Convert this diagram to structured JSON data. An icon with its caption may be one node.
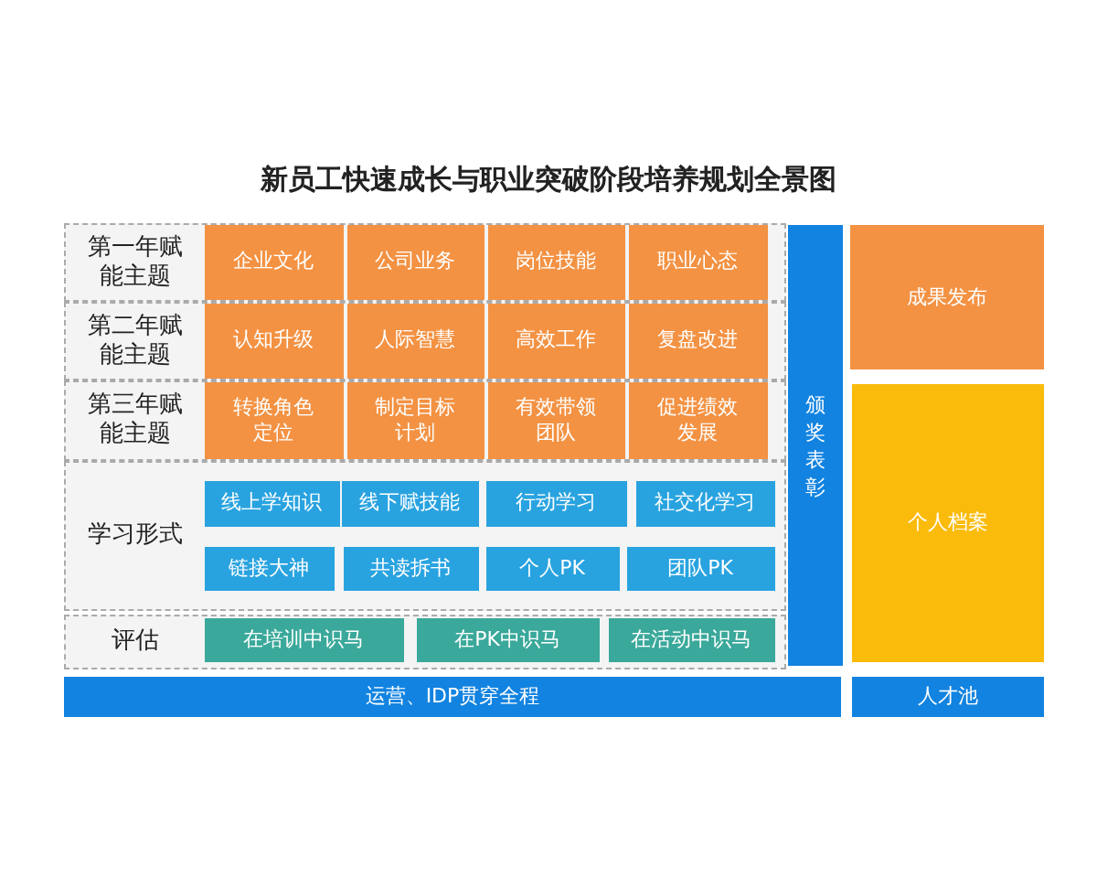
{
  "diagram": {
    "title": "新员工快速成长与职业突破阶段培养规划全景图",
    "nodes": [
      {
        "text": [
          "第一年赋能主题"
        ]
      },
      {
        "text": [
          "企业文化"
        ],
        "in": 0
      },
      {
        "text": [
          "公司业务"
        ],
        "in": 0
      },
      {
        "text": [
          "岗位技能"
        ],
        "in": 0
      },
      {
        "text": [
          "职业心态"
        ],
        "in": 0
      },
      {
        "text": [
          "第二年赋能主题"
        ]
      },
      {
        "text": [
          "认知升级"
        ],
        "in": 5
      },
      {
        "text": [
          "人际智慧"
        ],
        "in": 5
      },
      {
        "text": [
          "高效工作"
        ],
        "in": 5
      },
      {
        "text": [
          "复盘改进"
        ],
        "in": 5
      },
      {
        "text": [
          "第三年赋能主题"
        ]
      },
      {
        "text": [
          "转换角色定位"
        ],
        "in": 10
      },
      {
        "text": [
          "制定目标计划"
        ],
        "in": 10
      },
      {
        "text": [
          "有效带领团队"
        ],
        "in": 10
      },
      {
        "text": [
          "促进绩效发展"
        ],
        "in": 10
      },
      {
        "text": [
          "学习形式"
        ]
      },
      {
        "text": [
          "线上学知识"
        ],
        "in": 15
      },
      {
        "text": [
          "线下赋技能"
        ],
        "in": 15
      },
      {
        "text": [
          "行动学习"
        ],
        "in": 15
      },
      {
        "text": [
          "社交化学习"
        ],
        "in": 15
      },
      {
        "text": [
          "链接大神"
        ],
        "in": 15
      },
      {
        "text": [
          "共读拆书"
        ],
        "in": 15
      },
      {
        "text": [
          "个人PK"
        ],
        "in": 15
      },
      {
        "text": [
          "团队PK"
        ],
        "in": 15
      },
      {
        "text": [
          "评估"
        ]
      },
      {
        "text": [
          "在培训中识马"
        ],
        "in": 24
      },
      {
        "text": [
          "在PK中识马"
        ],
        "in": 24
      },
      {
        "text": [
          "在活动中识马"
        ],
        "in": 24
      },
      {
        "text": [
          "颁奖表彰"
        ]
      },
      {
        "text": [
          "成果发布"
        ]
      },
      {
        "text": [
          "个人档案"
        ]
      },
      {
        "text": [
          "运营、IDP贯穿全程"
        ]
      },
      {
        "text": [
          "人才池"
        ]
      }
    ]
  }
}
